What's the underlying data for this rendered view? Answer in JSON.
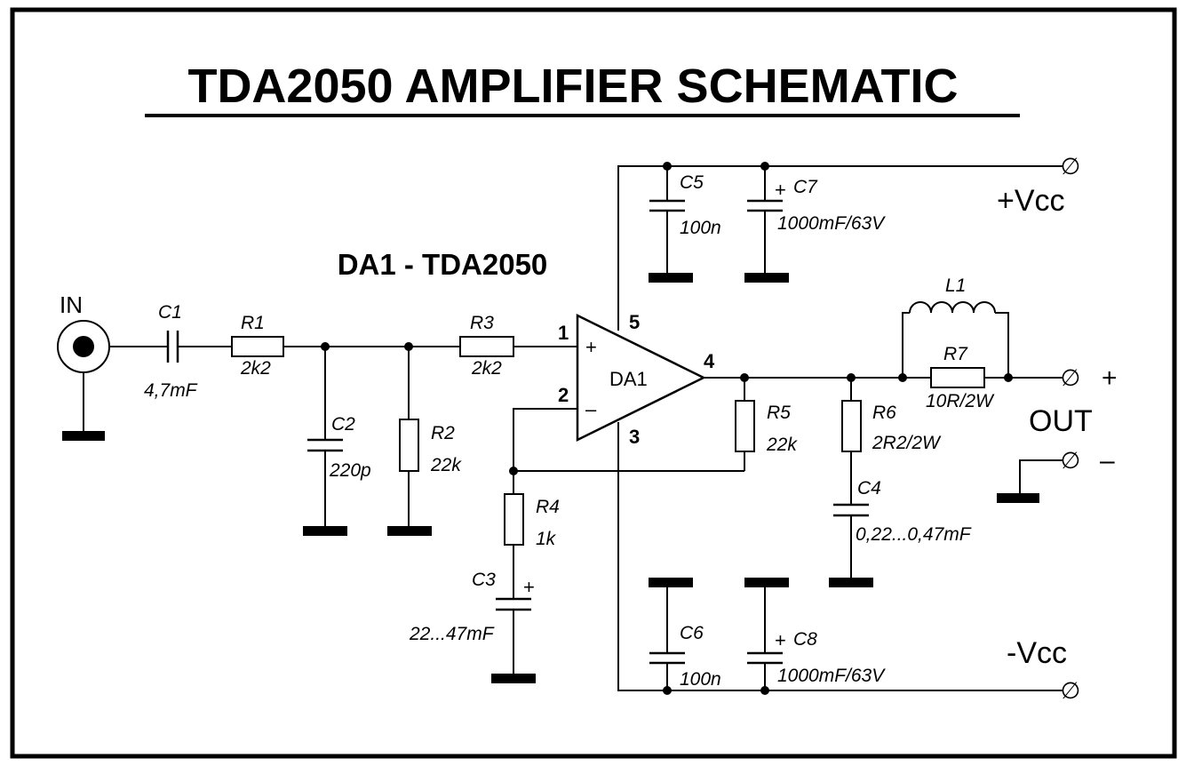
{
  "title": "TDA2050 AMPLIFIER SCHEMATIC",
  "ic_heading": "DA1 - TDA2050",
  "ic": {
    "name": "DA1",
    "pin_plus": "+",
    "pin_minus": "–",
    "pin1": "1",
    "pin2": "2",
    "pin3": "3",
    "pin4": "4",
    "pin5": "5"
  },
  "labels": {
    "input": "IN",
    "vcc_pos": "+Vcc",
    "vcc_neg": "-Vcc",
    "out": "OUT",
    "out_plus": "+",
    "out_minus": "–",
    "terminal_symbol": "∅"
  },
  "components": {
    "C1": {
      "ref": "C1",
      "value": "4,7mF"
    },
    "R1": {
      "ref": "R1",
      "value": "2k2"
    },
    "C2": {
      "ref": "C2",
      "value": "220p"
    },
    "R2": {
      "ref": "R2",
      "value": "22k"
    },
    "R3": {
      "ref": "R3",
      "value": "2k2"
    },
    "R4": {
      "ref": "R4",
      "value": "1k"
    },
    "C3": {
      "ref": "C3",
      "value": "22...47mF",
      "polarity": "+"
    },
    "R5": {
      "ref": "R5",
      "value": "22k"
    },
    "R6": {
      "ref": "R6",
      "value": "2R2/2W"
    },
    "C4": {
      "ref": "C4",
      "value": "0,22...0,47mF"
    },
    "L1": {
      "ref": "L1"
    },
    "R7": {
      "ref": "R7",
      "value": "10R/2W"
    },
    "C5": {
      "ref": "C5",
      "value": "100n"
    },
    "C7": {
      "ref": "C7",
      "value": "1000mF/63V",
      "polarity": "+"
    },
    "C6": {
      "ref": "C6",
      "value": "100n"
    },
    "C8": {
      "ref": "C8",
      "value": "1000mF/63V",
      "polarity": "+"
    }
  }
}
